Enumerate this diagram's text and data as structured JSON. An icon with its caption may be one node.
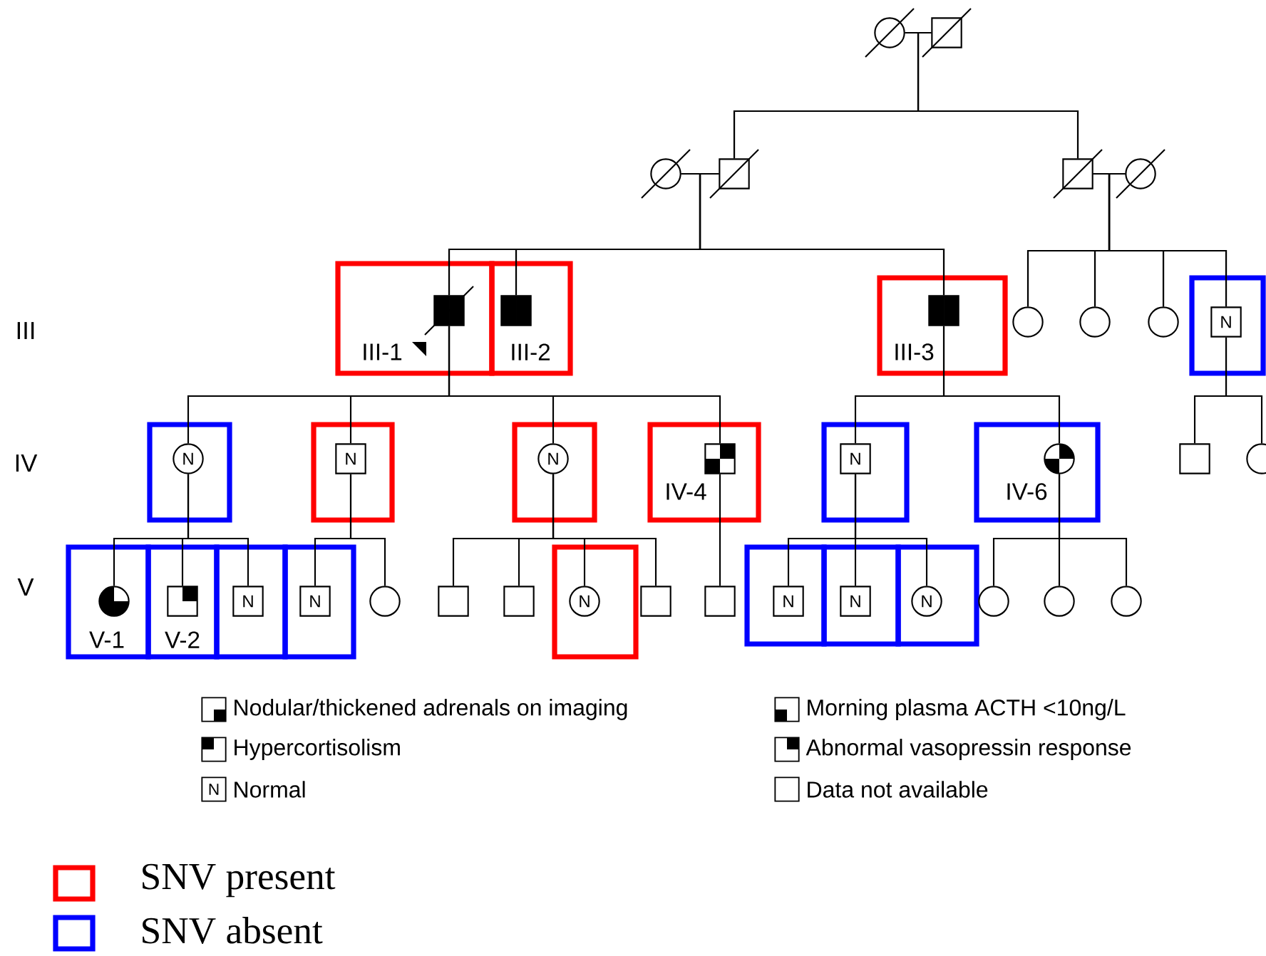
{
  "diagram": {
    "nodes": [
      {
        "text": [],
        "shape": "circle"
      },
      {
        "text": [],
        "shape": "box"
      },
      {
        "text": [],
        "shape": "circle"
      },
      {
        "text": [],
        "shape": "box"
      },
      {
        "text": [],
        "shape": "box"
      },
      {
        "text": [],
        "shape": "circle"
      },
      {
        "text": [],
        "shape": "box"
      },
      {
        "text": [],
        "shape": "box",
        "in": 6,
        "beside": [
          "III-1"
        ]
      },
      {
        "text": [],
        "shape": "box"
      },
      {
        "text": [],
        "shape": "box",
        "in": 8,
        "beside": [
          "III-2"
        ]
      },
      {
        "text": [],
        "shape": "box"
      },
      {
        "text": [],
        "shape": "box",
        "in": 10,
        "beside": [
          "III-3"
        ]
      },
      {
        "text": [],
        "shape": "circle"
      },
      {
        "text": [],
        "shape": "circle"
      },
      {
        "text": [],
        "shape": "circle"
      },
      {
        "text": [],
        "shape": "box"
      },
      {
        "text": [
          "N"
        ],
        "in": 15
      },
      {
        "text": [],
        "shape": "box"
      },
      {
        "text": [
          "N"
        ],
        "in": 17
      },
      {
        "text": [],
        "shape": "box"
      },
      {
        "text": [
          "N"
        ],
        "in": 19
      },
      {
        "text": [],
        "shape": "box"
      },
      {
        "text": [
          "N"
        ],
        "in": 21
      },
      {
        "text": [],
        "shape": "box"
      },
      {
        "text": [],
        "shape": "box",
        "in": 23,
        "beside": [
          "IV-4"
        ]
      },
      {
        "text": [],
        "shape": "box"
      },
      {
        "text": [
          "N"
        ],
        "in": 25
      },
      {
        "text": [],
        "shape": "box"
      },
      {
        "text": [],
        "shape": "circle",
        "in": 27,
        "beside": [
          "IV-6"
        ]
      },
      {
        "text": [],
        "shape": "box"
      },
      {
        "text": [],
        "shape": "circle"
      },
      {
        "text": [],
        "shape": "box"
      },
      {
        "text": [],
        "shape": "circle",
        "in": 31,
        "beside": [
          "V-1"
        ]
      },
      {
        "text": [],
        "shape": "box"
      },
      {
        "text": [],
        "shape": "box",
        "in": 33,
        "beside": [
          "V-2"
        ]
      },
      {
        "text": [],
        "shape": "box"
      },
      {
        "text": [
          "N"
        ],
        "in": 35
      },
      {
        "text": [],
        "shape": "box"
      },
      {
        "text": [
          "N"
        ],
        "in": 37
      },
      {
        "text": [],
        "shape": "circle"
      },
      {
        "text": [],
        "shape": "box"
      },
      {
        "text": [],
        "shape": "box"
      },
      {
        "text": [],
        "shape": "box"
      },
      {
        "text": [
          "N"
        ],
        "in": 42
      },
      {
        "text": [],
        "shape": "box"
      },
      {
        "text": [],
        "shape": "box"
      },
      {
        "text": [],
        "shape": "box"
      },
      {
        "text": [
          "N"
        ],
        "in": 46
      },
      {
        "text": [],
        "shape": "box"
      },
      {
        "text": [
          "N"
        ],
        "in": 48
      },
      {
        "text": [],
        "shape": "box"
      },
      {
        "text": [
          "N"
        ],
        "in": 50
      },
      {
        "text": [],
        "shape": "circle"
      },
      {
        "text": [],
        "shape": "circle"
      },
      {
        "text": [],
        "shape": "circle"
      }
    ],
    "edges": [
      {
        "from": 0,
        "to": 1,
        "arrow": "none"
      },
      {
        "from": 0,
        "to": 3,
        "arrow": "none"
      },
      {
        "from": 1,
        "to": 3,
        "arrow": "none"
      },
      {
        "from": 0,
        "to": 4,
        "arrow": "none"
      },
      {
        "from": 1,
        "to": 4,
        "arrow": "none"
      },
      {
        "from": 2,
        "to": 3,
        "arrow": "none"
      },
      {
        "from": 4,
        "to": 5,
        "arrow": "none"
      },
      {
        "from": 2,
        "to": 7,
        "arrow": "none"
      },
      {
        "from": 3,
        "to": 7,
        "arrow": "none"
      },
      {
        "from": 2,
        "to": 9,
        "arrow": "none"
      },
      {
        "from": 3,
        "to": 9,
        "arrow": "none"
      },
      {
        "from": 2,
        "to": 11,
        "arrow": "none"
      },
      {
        "from": 3,
        "to": 11,
        "arrow": "none"
      },
      {
        "from": 4,
        "to": 12,
        "arrow": "none"
      },
      {
        "from": 5,
        "to": 12,
        "arrow": "none"
      },
      {
        "from": 4,
        "to": 13,
        "arrow": "none"
      },
      {
        "from": 5,
        "to": 13,
        "arrow": "none"
      },
      {
        "from": 4,
        "to": 14,
        "arrow": "none"
      },
      {
        "from": 5,
        "to": 14,
        "arrow": "none"
      },
      {
        "from": 4,
        "to": 16,
        "arrow": "none"
      },
      {
        "from": 5,
        "to": 16,
        "arrow": "none"
      },
      {
        "from": 7,
        "to": 18,
        "arrow": "none"
      },
      {
        "from": 7,
        "to": 20,
        "arrow": "none"
      },
      {
        "from": 7,
        "to": 22,
        "arrow": "none"
      },
      {
        "from": 7,
        "to": 24,
        "arrow": "none"
      },
      {
        "from": 11,
        "to": 26,
        "arrow": "none"
      },
      {
        "from": 11,
        "to": 28,
        "arrow": "none"
      },
      {
        "from": 16,
        "to": 29,
        "arrow": "none"
      },
      {
        "from": 16,
        "to": 30,
        "arrow": "none"
      },
      {
        "from": 18,
        "to": 32,
        "arrow": "none"
      },
      {
        "from": 18,
        "to": 34,
        "arrow": "none"
      },
      {
        "from": 18,
        "to": 36,
        "arrow": "none"
      },
      {
        "from": 20,
        "to": 38,
        "arrow": "none"
      },
      {
        "from": 20,
        "to": 39,
        "arrow": "none"
      },
      {
        "from": 22,
        "to": 40,
        "arrow": "none"
      },
      {
        "from": 22,
        "to": 41,
        "arrow": "none"
      },
      {
        "from": 22,
        "to": 43,
        "arrow": "none"
      },
      {
        "from": 22,
        "to": 44,
        "arrow": "none"
      },
      {
        "from": 24,
        "to": 45,
        "arrow": "none"
      },
      {
        "from": 26,
        "to": 47,
        "arrow": "none"
      },
      {
        "from": 26,
        "to": 49,
        "arrow": "none"
      },
      {
        "from": 26,
        "to": 51,
        "arrow": "none"
      },
      {
        "from": 28,
        "to": 52,
        "arrow": "none"
      },
      {
        "from": 28,
        "to": 53,
        "arrow": "none"
      },
      {
        "from": 28,
        "to": 54,
        "arrow": "none"
      }
    ],
    "labels": [
      "III",
      "IV",
      "V",
      "N"
    ],
    "legend": [
      {
        "text": "Nodular/thickened adrenals on imaging"
      },
      {
        "text": "Morning plasma ACTH <10ng/L"
      },
      {
        "text": "Hypercortisolism"
      },
      {
        "text": "Abnormal vasopressin response"
      },
      {
        "text": "Normal"
      },
      {
        "text": "Data not available"
      },
      {
        "text": "SNV present",
        "color": "#ff0000"
      },
      {
        "text": "SNV absent",
        "color": "#0000ff"
      }
    ]
  }
}
